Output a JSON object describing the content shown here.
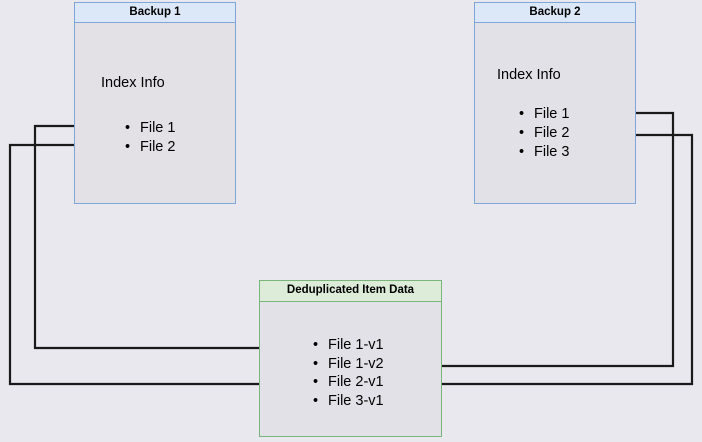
{
  "diagram": {
    "type": "flow-diagram",
    "title_visible": false,
    "background_color": "#e9e8ef",
    "nodes": [
      {
        "id": "backup1",
        "header": "Backup 1",
        "caption": "Index Info",
        "border_color": "#7ea6d9",
        "header_fill": "#dce7f7",
        "body_fill": "#e3e1e5",
        "items": [
          "File 1",
          "File 2"
        ]
      },
      {
        "id": "backup2",
        "header": "Backup 2",
        "caption": "Index Info",
        "border_color": "#7ea6d9",
        "header_fill": "#dce7f7",
        "body_fill": "#e3e1e8",
        "items": [
          "File 1",
          "File 2",
          "File 3"
        ]
      },
      {
        "id": "dedup",
        "header": "Deduplicated Item Data",
        "caption": "",
        "border_color": "#79b578",
        "header_fill": "#dcecd8",
        "body_fill": "#e3e1e8",
        "items": [
          "File 1-v1",
          "File 1-v2",
          "File 2-v1",
          "File 3-v1"
        ]
      }
    ],
    "edges": [
      {
        "from": "backup1.File 1",
        "to": "dedup.File 1-v1",
        "color": "#1a1a1a"
      },
      {
        "from": "backup1.File 2",
        "to": "dedup.File 2-v1",
        "color": "#1a1a1a"
      },
      {
        "from": "backup2.File 1",
        "to": "dedup.File 1-v2",
        "color": "#1a1a1a"
      },
      {
        "from": "backup2.File 2",
        "to": "dedup.File 2-v1",
        "color": "#1a1a1a"
      }
    ]
  }
}
